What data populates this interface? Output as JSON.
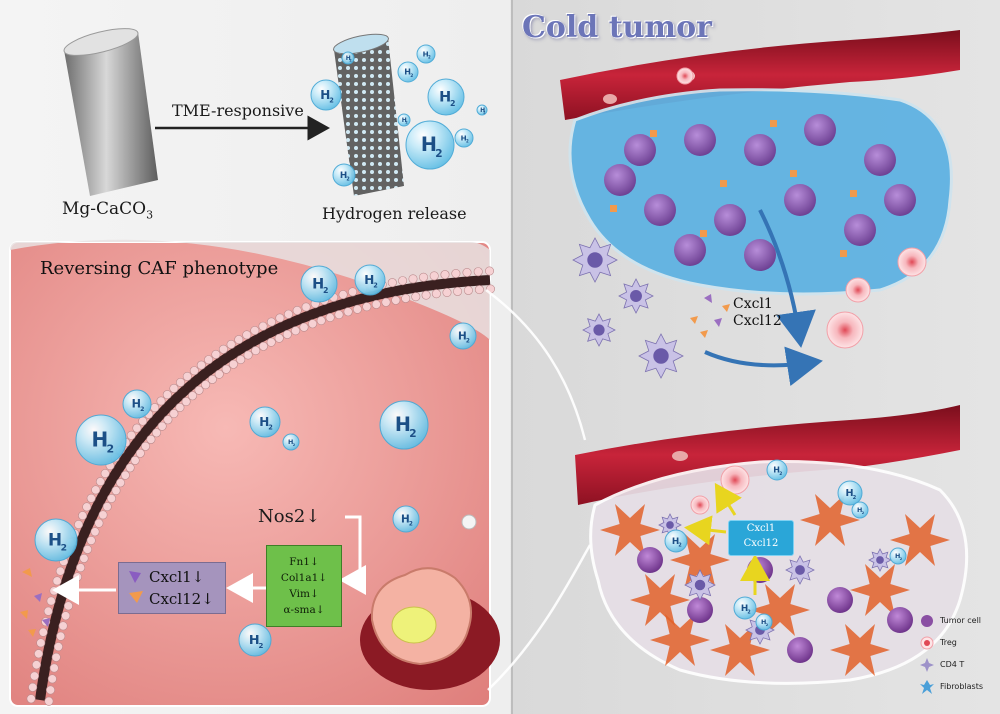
{
  "left_top": {
    "rod_label": {
      "main": "Mg-CaCO",
      "sub": "3"
    },
    "arrow_label": "TME-responsive",
    "release_label": "Hydrogen release"
  },
  "left_panel": {
    "title": "Reversing CAF phenotype",
    "nos2": "Nos2↓",
    "genes": [
      "Fn1↓",
      "Col1a1↓",
      "Vim↓",
      "α-sma↓"
    ],
    "cytokines": [
      "Cxcl1↓",
      "Cxcl12↓"
    ]
  },
  "right_panel": {
    "title": "Cold tumor",
    "top_cytokines": [
      "Cxcl1",
      "Cxcl12"
    ],
    "bottom_cytokines": [
      "Cxcl1",
      "Cxcl12"
    ],
    "legend": [
      {
        "label": "Tumor cell",
        "color": "#8a4fa3",
        "icon": "tumor-cell-icon"
      },
      {
        "label": "Treg",
        "color": "#f2a0a8",
        "icon": "treg-icon"
      },
      {
        "label": "CD4 T",
        "color": "#9d92c9",
        "icon": "cd4-t-cell-icon"
      },
      {
        "label": "Fibroblasts",
        "color": "#4a9fd8",
        "icon": "fibroblast-icon"
      }
    ]
  },
  "bubble": {
    "main": "H",
    "sub": "2"
  },
  "colors": {
    "blood_vessel": "#b1172a",
    "cell_pink": "#f3a6a6",
    "fibroblast_cold": "#4a9fd8",
    "fibroblast_hot": "#e2622a",
    "h2_bubble": "#8fd3ef",
    "arrow_blue": "#3574b5",
    "arrow_yellow": "#e8d51f"
  }
}
